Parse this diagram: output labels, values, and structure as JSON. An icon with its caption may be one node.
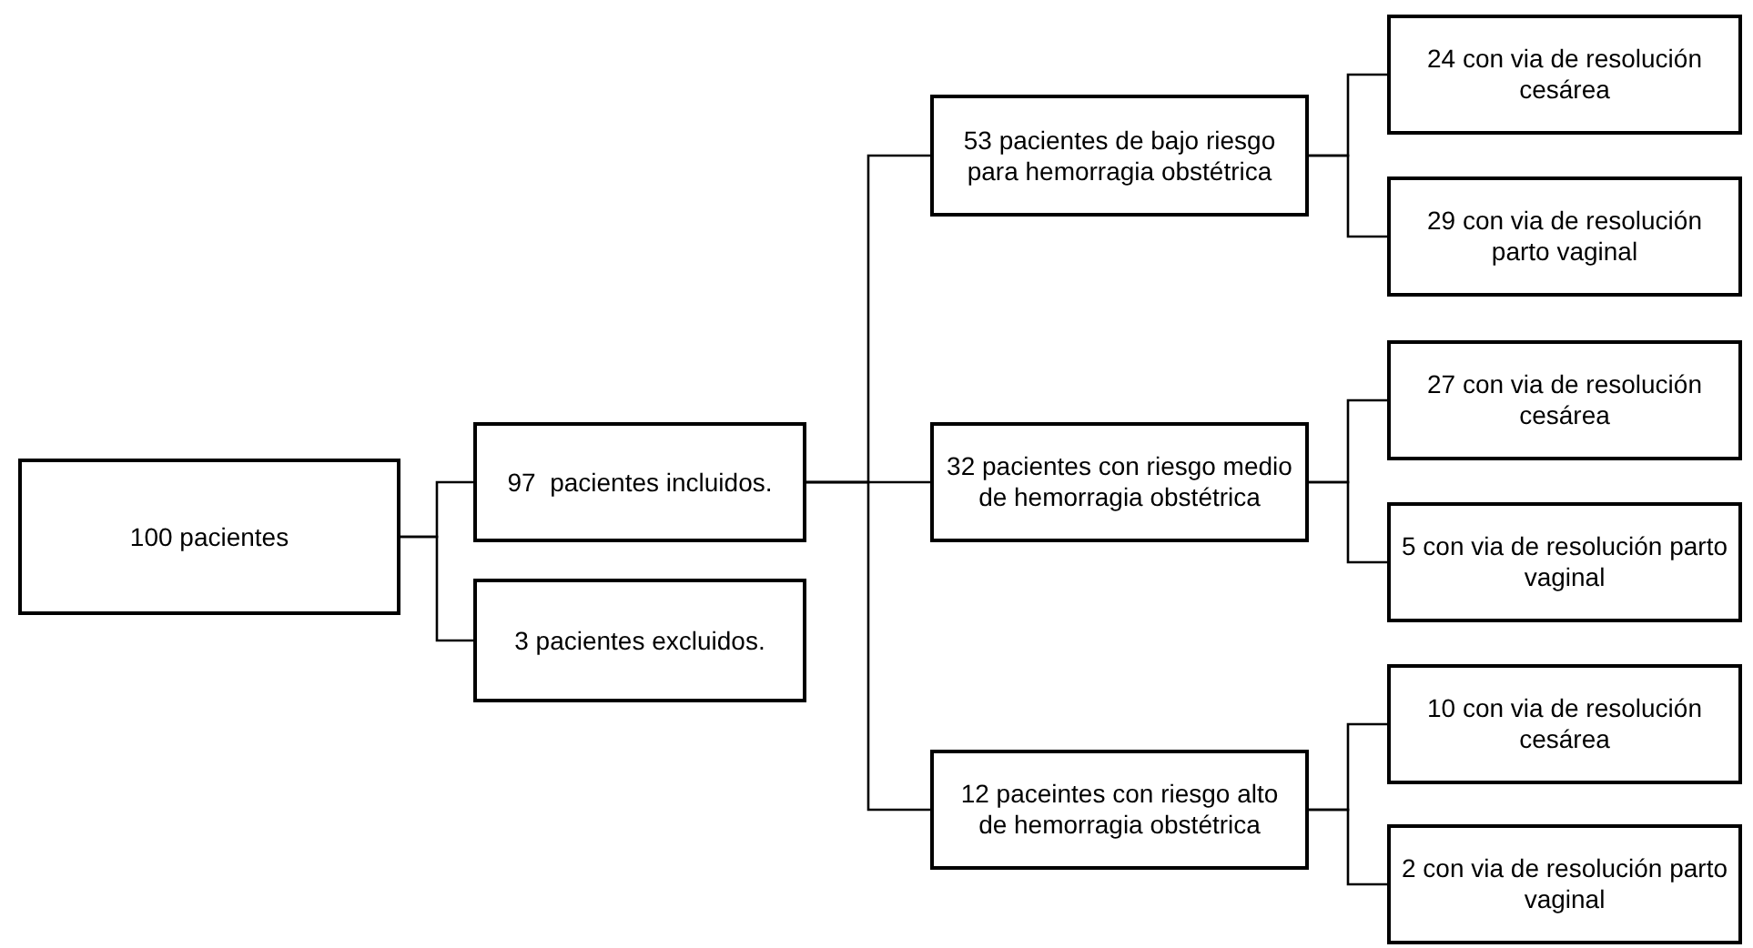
{
  "diagram": {
    "nodes": [
      {
        "text": [
          "100 pacientes"
        ]
      },
      {
        "text": [
          "97  pacientes incluidos."
        ]
      },
      {
        "text": [
          "3 pacientes excluidos."
        ]
      },
      {
        "text": [
          "53 pacientes de bajo riesgo para hemorragia obstétrica"
        ]
      },
      {
        "text": [
          "32 pacientes con riesgo medio de hemorragia obstétrica"
        ]
      },
      {
        "text": [
          "12 paceintes con riesgo alto de hemorragia obstétrica"
        ]
      },
      {
        "text": [
          "24 con via de resolución cesárea"
        ]
      },
      {
        "text": [
          "29 con via de resolución parto vaginal"
        ]
      },
      {
        "text": [
          "27 con via de resolución cesárea"
        ]
      },
      {
        "text": [
          "5 con via de resolución parto vaginal"
        ]
      },
      {
        "text": [
          "10 con via de resolución cesárea"
        ]
      },
      {
        "text": [
          "2 con via de resolución parto vaginal"
        ]
      }
    ],
    "edges": [
      {
        "from": 0,
        "to": 1,
        "arrow": "none"
      },
      {
        "from": 0,
        "to": 2,
        "arrow": "none"
      },
      {
        "from": 1,
        "to": 3,
        "arrow": "none"
      },
      {
        "from": 1,
        "to": 4,
        "arrow": "none"
      },
      {
        "from": 1,
        "to": 5,
        "arrow": "none"
      },
      {
        "from": 3,
        "to": 6,
        "arrow": "none"
      },
      {
        "from": 3,
        "to": 7,
        "arrow": "none"
      },
      {
        "from": 4,
        "to": 8,
        "arrow": "none"
      },
      {
        "from": 4,
        "to": 9,
        "arrow": "none"
      },
      {
        "from": 5,
        "to": 10,
        "arrow": "none"
      },
      {
        "from": 5,
        "to": 11,
        "arrow": "none"
      }
    ]
  }
}
